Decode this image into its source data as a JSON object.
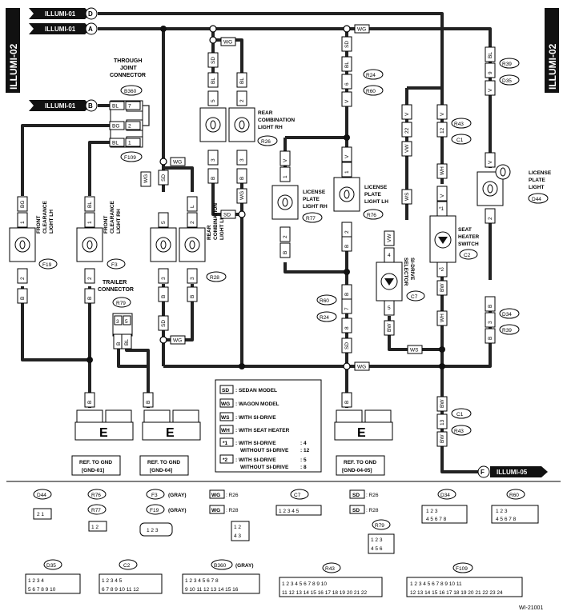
{
  "side_labels": {
    "left": "ILLUMI-02",
    "right": "ILLUMI-02"
  },
  "terminals": [
    {
      "name": "ILLUMI-01",
      "letter": "D"
    },
    {
      "name": "ILLUMI-01",
      "letter": "A"
    },
    {
      "name": "ILLUMI-01",
      "letter": "B"
    },
    {
      "name": "ILLUMI-05",
      "letter": "F"
    }
  ],
  "components": {
    "through_joint": {
      "title1": "THROUGH",
      "title2": "JOINT",
      "title3": "CONNECTOR",
      "id": "B360",
      "id2": "F109"
    },
    "front_clearance_lh": {
      "l1": "FRONT",
      "l2": "CLEARANCE",
      "l3": "LIGHT LH",
      "id": "F19"
    },
    "front_clearance_rh": {
      "l1": "FRONT",
      "l2": "CLEARANCE",
      "l3": "LIGHT RH",
      "id": "F3"
    },
    "rear_combo_lh": {
      "l1": "REAR",
      "l2": "COMBINATION",
      "l3": "LIGHT LH",
      "id": "R28"
    },
    "rear_combo_rh": {
      "l1": "REAR",
      "l2": "COMBINATION",
      "l3": "LIGHT RH",
      "id": "R26"
    },
    "license_rh": {
      "l1": "LICENSE",
      "l2": "PLATE",
      "l3": "LIGHT RH",
      "id": "R77"
    },
    "license_lh": {
      "l1": "LICENSE",
      "l2": "PLATE",
      "l3": "LIGHT LH",
      "id": "R76"
    },
    "license_wagon": {
      "l1": "LICENSE",
      "l2": "PLATE",
      "l3": "LIGHT",
      "id": "D44"
    },
    "si_drive": {
      "l1": "SI-DRIVE",
      "l2": "SELECTOR",
      "id": "C7"
    },
    "seat_heater": {
      "l1": "SEAT",
      "l2": "HEATER",
      "l3": "SWITCH",
      "id": "C2"
    },
    "trailer": {
      "l1": "TRAILER",
      "l2": "CONNECTOR",
      "id": "R79"
    }
  },
  "conn_ids": {
    "r24": "R24",
    "r60": "R60",
    "r43": "R43",
    "c1": "C1",
    "r39": "R39",
    "d35": "D35",
    "d34": "D34"
  },
  "grounds": [
    {
      "label": "E",
      "ref1": "REF. TO GND",
      "ref2": "[GND-01]"
    },
    {
      "label": "E",
      "ref1": "REF. TO GND",
      "ref2": "[GND-04]"
    },
    {
      "label": "E",
      "ref1": "REF. TO GND",
      "ref2": "[GND-04-05]"
    }
  ],
  "legend": {
    "sd": {
      "code": "SD",
      "text": ": SEDAN MODEL"
    },
    "wg": {
      "code": "WG",
      "text": ": WAGON MODEL"
    },
    "ws": {
      "code": "WS",
      "text": ": WITH SI-DRIVE"
    },
    "wh": {
      "code": "WH",
      "text": ": WITH SEAT HEATER"
    },
    "n1": {
      "code": "*1",
      "a": ": WITH SI-DRIVE",
      "av": ": 4",
      "b": "WITHOUT SI-DRIVE",
      "bv": ": 12"
    },
    "n2": {
      "code": "*2",
      "a": ": WITH SI-DRIVE",
      "av": ": 5",
      "b": "WITHOUT SI-DRIVE",
      "bv": ": 8"
    }
  },
  "conn_labels": {
    "d44": "D44",
    "r76": "R76",
    "r77": "R77",
    "f3": "F3",
    "f19": "F19",
    "gray": "(GRAY)",
    "wg": "WG",
    "sd": "SD",
    "r26": ": R26",
    "r28": ": R28",
    "c7": "C7",
    "r79": "R79",
    "d34": "D34",
    "r60": "R60",
    "d35": "D35",
    "c2": "C2",
    "b360": "B360",
    "r43": "R43",
    "f109": "F109"
  },
  "diagram_code": "WI-21001"
}
